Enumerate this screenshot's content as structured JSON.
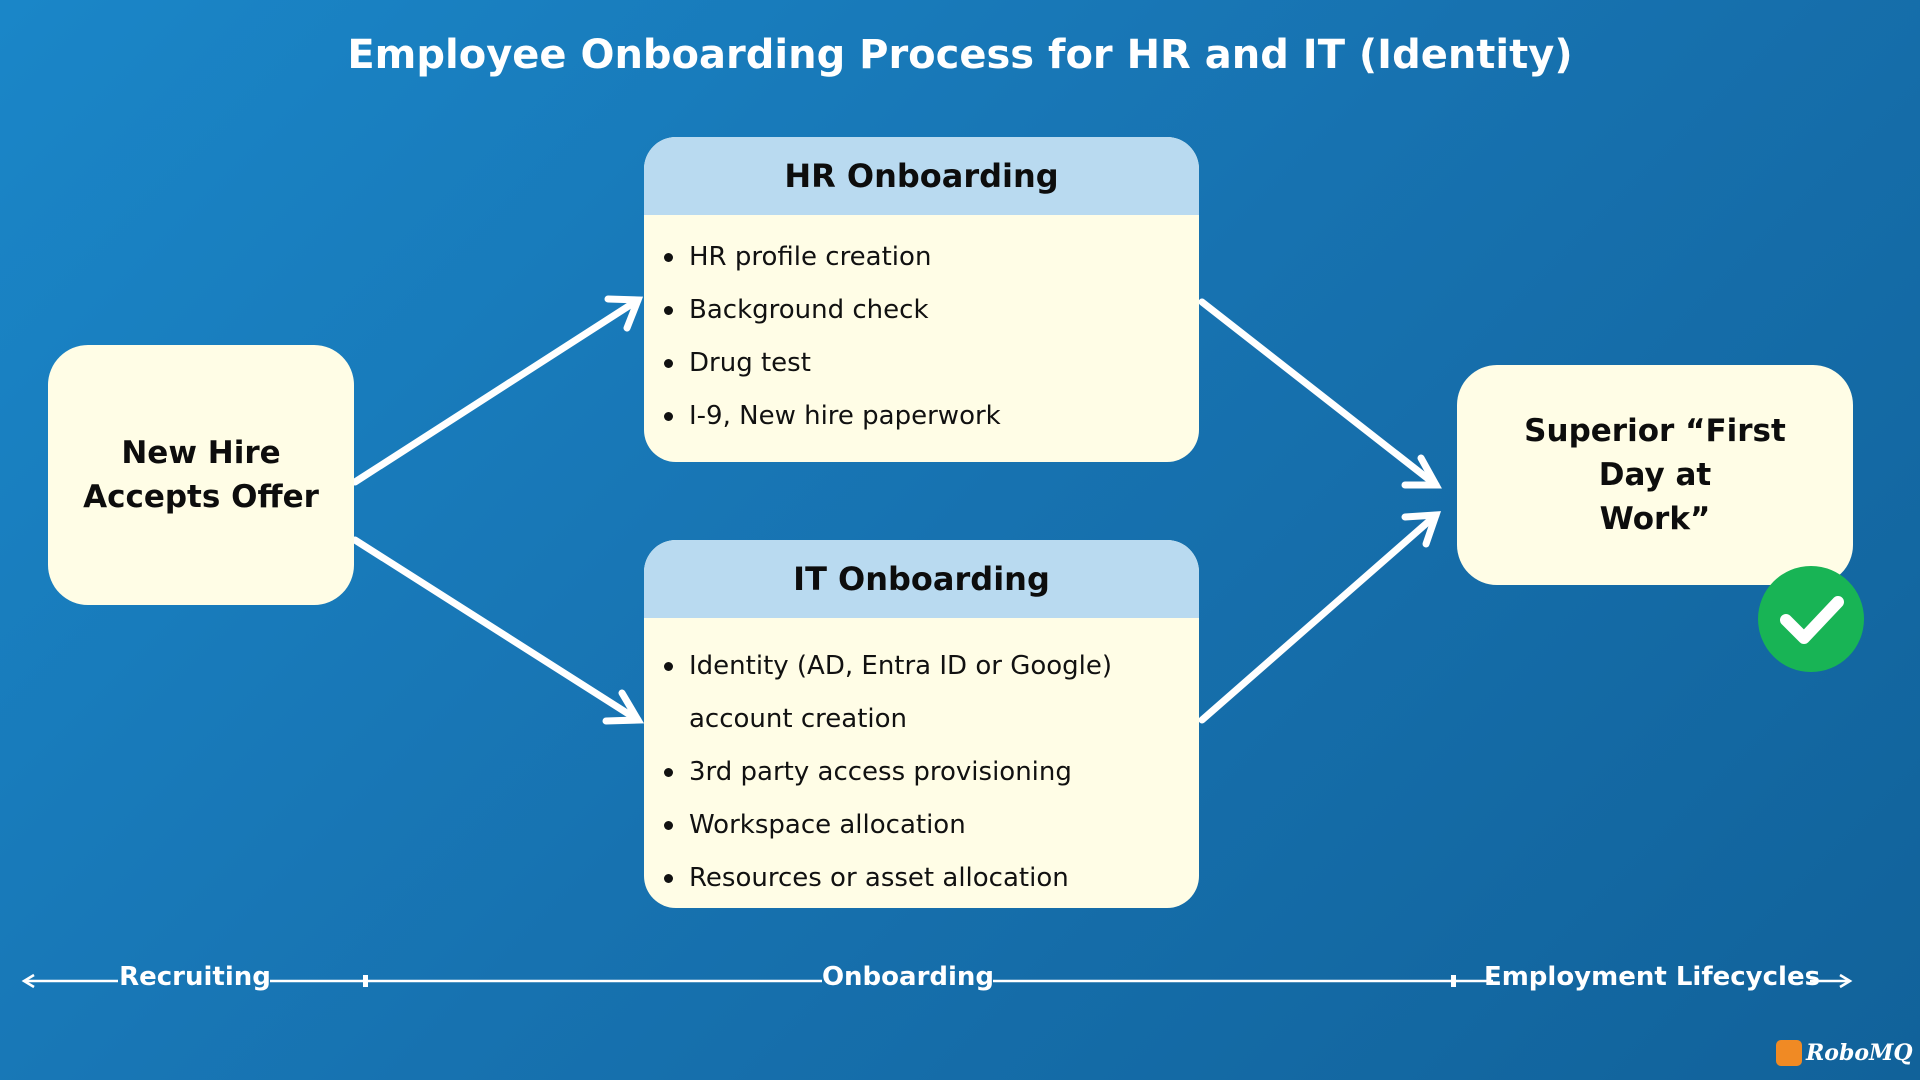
{
  "title": "Employee Onboarding Process for HR and IT (Identity)",
  "start_card": {
    "line1": "New Hire",
    "line2": "Accepts Offer"
  },
  "hr_panel": {
    "heading": "HR Onboarding",
    "items": [
      "HR profile creation",
      "Background check",
      "Drug test",
      "I-9, New hire paperwork"
    ]
  },
  "it_panel": {
    "heading": "IT Onboarding",
    "items": [
      "Identity (AD, Entra ID or Google) account creation",
      "3rd party access provisioning",
      "Workspace allocation",
      "Resources or asset allocation"
    ],
    "item1_line1": "Identity (AD, Entra ID or Google)",
    "item1_line2": "account creation"
  },
  "end_card": {
    "line1": "Superior “First Day at",
    "line2": "Work”"
  },
  "timeline": {
    "stages": [
      "Recruiting",
      "Onboarding",
      "Employment Lifecycles"
    ]
  },
  "brand": {
    "name": "RoboMQ",
    "icon": "cloud-robot-icon"
  },
  "colors": {
    "card_fill": "#fffde6",
    "panel_header": "#b9daf0",
    "check_green": "#18b455",
    "arrow": "#ffffff"
  },
  "icons": {
    "check": "check-circle-icon"
  }
}
